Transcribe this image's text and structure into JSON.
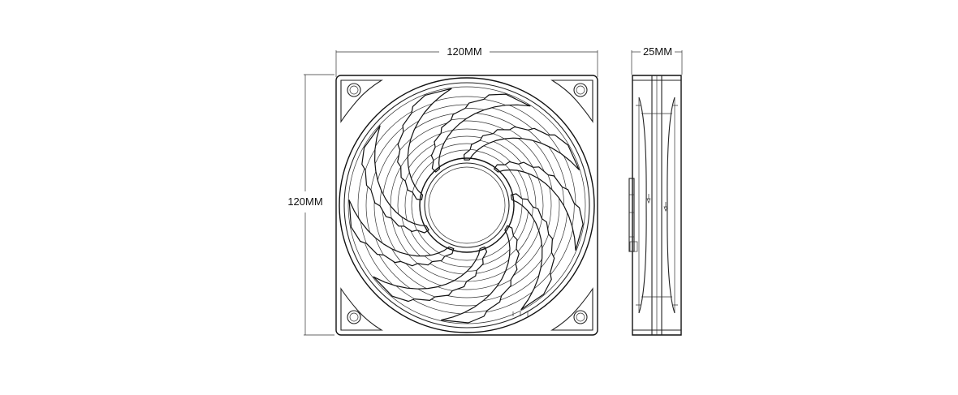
{
  "dimensions": {
    "front_width_label": "120MM",
    "front_height_label": "120MM",
    "side_depth_label": "25MM"
  },
  "fan": {
    "blade_count": 9
  },
  "colors": {
    "line": "#111111",
    "background": "#ffffff"
  }
}
